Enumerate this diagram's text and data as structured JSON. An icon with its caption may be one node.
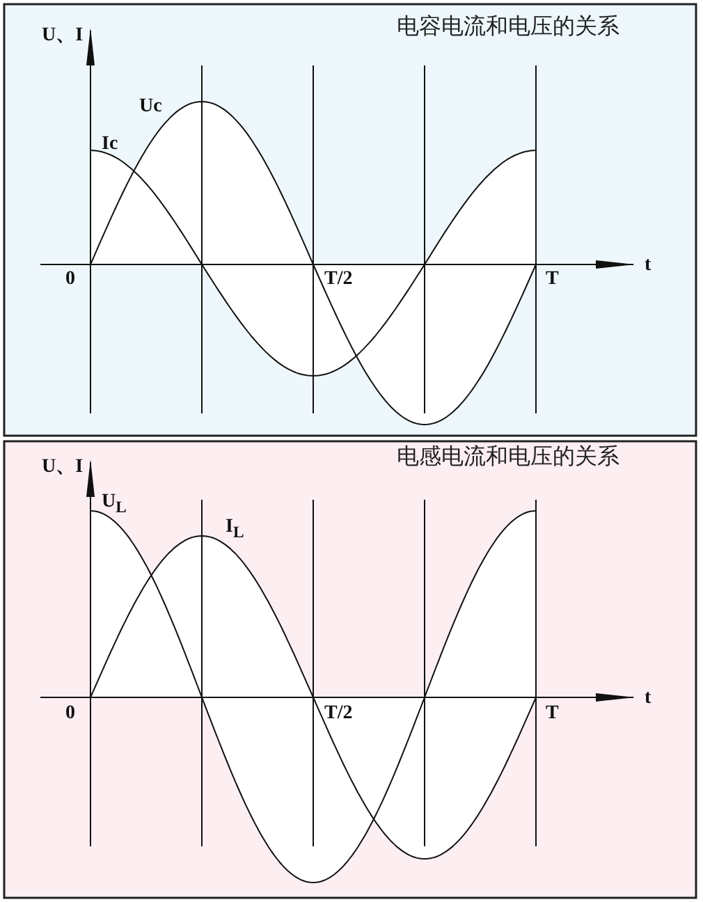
{
  "diagram": {
    "labels": [
      "U、I",
      "电容电流和电压的关系",
      "Uc",
      "Ic",
      "0",
      "T/2",
      "T",
      "t",
      "U、I",
      "电感电流和电压的关系",
      "U$_{L}$",
      "I$_{L}$",
      "0",
      "T/2",
      "T",
      "t"
    ]
  }
}
